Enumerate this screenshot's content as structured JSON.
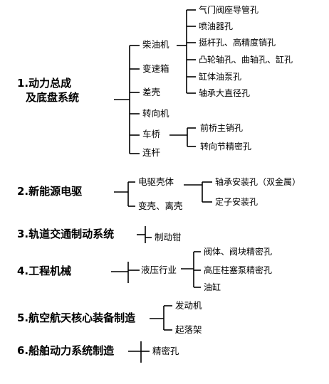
{
  "categories": [
    {
      "title_line1": "1.动力总成",
      "title_line2": "及底盘系统",
      "items": [
        "柴油机",
        "变速箱",
        "差壳",
        "转向机",
        "车桥",
        "连杆"
      ],
      "diesel_parts": [
        "气门阀座导管孔",
        "喷油器孔",
        "挺杆孔、高精度销孔",
        "凸轮轴孔、曲轴孔、缸孔",
        "缸体油泵孔",
        "轴承大直径孔"
      ],
      "axle_parts": [
        "前桥主销孔",
        "转向节精密孔"
      ]
    },
    {
      "title": "2.新能源电驱",
      "items": [
        "电驱壳体",
        "变壳、离壳"
      ],
      "housing_parts": [
        "轴承安装孔（双金属）",
        "定子安装孔"
      ]
    },
    {
      "title": "3.轨道交通制动系统",
      "items": [
        "制动钳"
      ]
    },
    {
      "title": "4.工程机械",
      "items": [
        "液压行业"
      ],
      "hydraulic_parts": [
        "阀体、阀块精密孔",
        "高压柱塞泵精密孔",
        "油缸"
      ]
    },
    {
      "title": "5.航空航天核心装备制造",
      "items": [
        "发动机",
        "起落架"
      ]
    },
    {
      "title": "6.船舶动力系统制造",
      "items": [
        "精密孔"
      ]
    }
  ]
}
